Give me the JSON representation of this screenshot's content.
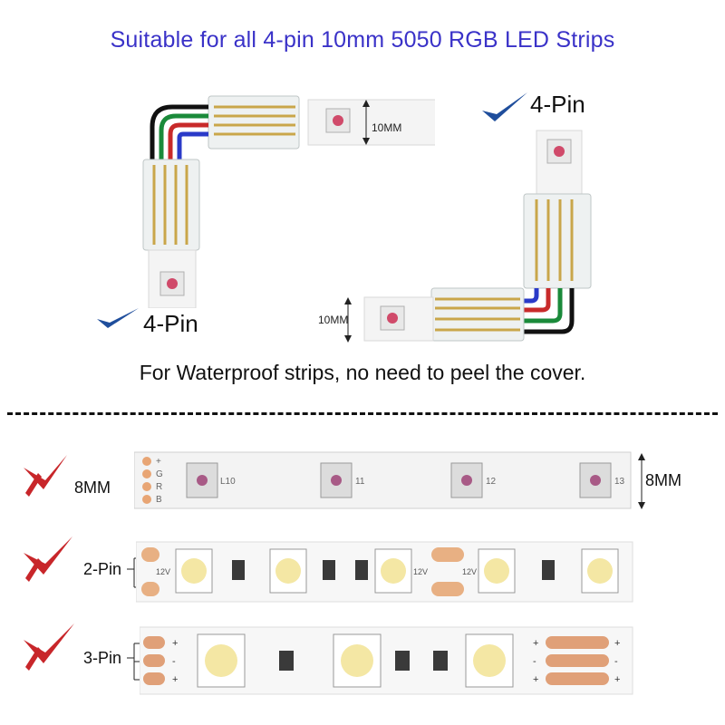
{
  "headline": "Suitable for all 4-pin 10mm 5050 RGB LED Strips",
  "top": {
    "left_connector": {
      "pin_label": "4-Pin",
      "dim_label": "10MM"
    },
    "right_connector": {
      "pin_label": "4-Pin",
      "dim_label": "10MM"
    },
    "note": "For Waterproof strips, no need to peel the cover."
  },
  "incompatible": {
    "strip_8mm": {
      "label": "8MM",
      "dim_label": "8MM",
      "pads": [
        "+",
        "G",
        "R",
        "B"
      ],
      "led_codes": [
        "L10",
        "11",
        "12",
        "13"
      ]
    },
    "strip_2pin": {
      "label": "2-Pin",
      "voltage": "12V"
    },
    "strip_3pin": {
      "label": "3-Pin",
      "pad_signs": [
        "+",
        "-",
        "+"
      ]
    }
  },
  "colors": {
    "headline": "#3a32c8",
    "check": "#1f4e9c",
    "cross": "#c8262a"
  }
}
